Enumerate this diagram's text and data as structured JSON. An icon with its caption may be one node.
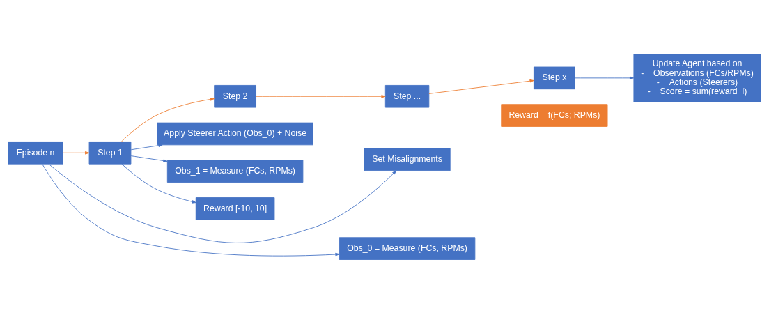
{
  "diagram": {
    "nodes": [
      {
        "text": [
          "Episode n"
        ]
      },
      {
        "text": [
          "Step 1"
        ]
      },
      {
        "text": [
          "Step 2"
        ]
      },
      {
        "text": [
          "Step ..."
        ]
      },
      {
        "text": [
          "Step x"
        ]
      },
      {
        "text": [
          "Apply Steerer Action (Obs_0) + Noise"
        ]
      },
      {
        "text": [
          "Obs_1 = Measure (FCs, RPMs)"
        ]
      },
      {
        "text": [
          "Reward [-10, 10]"
        ]
      },
      {
        "text": [
          "Set Misalignments"
        ]
      },
      {
        "text": [
          "Obs_0 = Measure (FCs, RPMs)"
        ]
      },
      {
        "text": [
          "Update Agent based on",
          "-    Observations (FCs/RPMs)",
          "-    Actions (Steerers)",
          "-    Score = sum(reward_i)"
        ]
      },
      {
        "text": [
          "Reward = f(FCs; RPMs)"
        ]
      }
    ],
    "edges": [
      {
        "from": 0,
        "to": 1,
        "arrow": "to",
        "color": "#ed7d31"
      },
      {
        "from": 1,
        "to": 2,
        "arrow": "to",
        "color": "#ed7d31"
      },
      {
        "from": 2,
        "to": 3,
        "arrow": "to",
        "color": "#ed7d31"
      },
      {
        "from": 3,
        "to": 4,
        "arrow": "to",
        "color": "#ed7d31"
      },
      {
        "from": 1,
        "to": 5,
        "arrow": "to"
      },
      {
        "from": 1,
        "to": 6,
        "arrow": "to"
      },
      {
        "from": 1,
        "to": 7,
        "arrow": "to"
      },
      {
        "from": 0,
        "to": 8,
        "arrow": "to"
      },
      {
        "from": 0,
        "to": 9,
        "arrow": "to"
      },
      {
        "from": 4,
        "to": 10,
        "arrow": "to"
      }
    ]
  }
}
